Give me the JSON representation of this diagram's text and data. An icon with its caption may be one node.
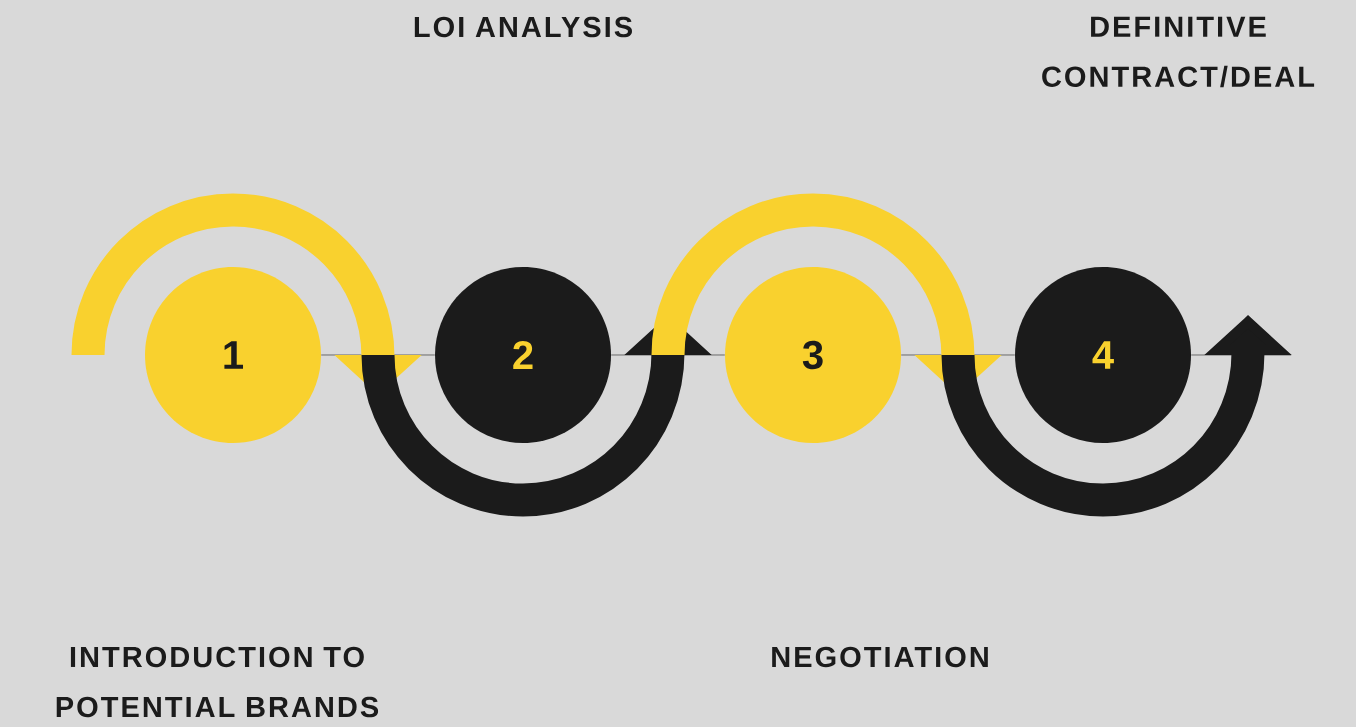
{
  "diagram": {
    "nodes": [
      {
        "text": [
          "1"
        ]
      },
      {
        "text": [
          "2"
        ]
      },
      {
        "text": [
          "3"
        ]
      },
      {
        "text": [
          "4"
        ]
      }
    ],
    "edges": [
      {
        "from": 0,
        "to": 1,
        "arrow": "none"
      },
      {
        "from": 1,
        "to": 2,
        "arrow": "none"
      },
      {
        "from": 2,
        "to": 3,
        "arrow": "none"
      },
      {
        "from": 3,
        "to": null,
        "arrow": "none"
      }
    ],
    "labels": [
      "LOI ANALYSIS",
      "DEFINITIVE CONTRACT/DEAL",
      "INTRODUCTION TO POTENTIAL BRANDS",
      "NEGOTIATION"
    ]
  }
}
